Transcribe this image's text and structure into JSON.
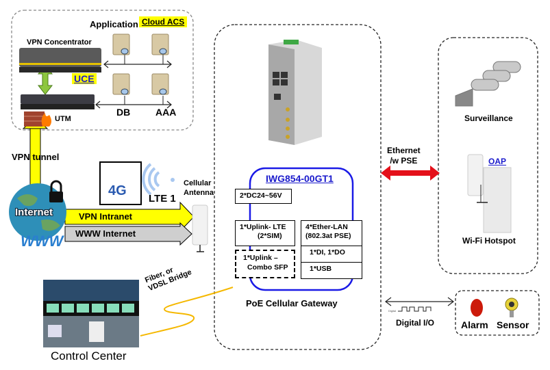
{
  "datacenter": {
    "application_label": "Application",
    "cloud_acs_label": "Cloud ACS",
    "vpn_concentrator_label": "VPN Concentrator",
    "uce_label": "UCE",
    "utm_label": "UTM",
    "db_label": "DB",
    "aaa_label": "AAA"
  },
  "wan": {
    "vpn_tunnel_label": "VPN tunnel",
    "internet_label": "Internet",
    "www_label": "WWW",
    "lte_label": "LTE 1",
    "lte_badge": "4G",
    "cellular_antenna_label": "Cellular Antenna",
    "vpn_intranet_label": "VPN Intranet",
    "www_internet_label": "WWW Internet"
  },
  "gateway": {
    "model": "IWG854-00GT1",
    "caption": "PoE Cellular Gateway",
    "features": {
      "power": "2*DC24~56V",
      "uplink_lte_line1": "1*Uplink- LTE",
      "uplink_lte_line2": "(2*SIM)",
      "uplink_sfp_line1": "1*Uplink –",
      "uplink_sfp_line2": "Combo SFP",
      "lan_line1": "4*Ether-LAN",
      "lan_line2": "(802.3at PSE)",
      "dio": "1*DI, 1*DO",
      "usb": "1*USB"
    }
  },
  "control": {
    "link_label_line1": "Fiber, or",
    "link_label_line2": "VDSL Bridge",
    "caption": "Control Center"
  },
  "edge": {
    "ethernet_label_line1": "Ethernet",
    "ethernet_label_line2": "/w PSE",
    "surveillance_label": "Surveillance",
    "oap_label": "OAP",
    "wifi_hotspot_label": "Wi-Fi Hotspot",
    "digital_io_label": "Digital I/O",
    "digital_tag": "Digital",
    "alarm_label": "Alarm",
    "sensor_label": "Sensor"
  },
  "colors": {
    "yellow": "#ffff00",
    "grey_arrow": "#c8c8c8",
    "green_arrow": "#8dc63f",
    "red_arrow": "#e4101a",
    "gateway_border": "#1a1ae6",
    "link_blue": "#1a1acc",
    "fiber": "#f5b800"
  }
}
